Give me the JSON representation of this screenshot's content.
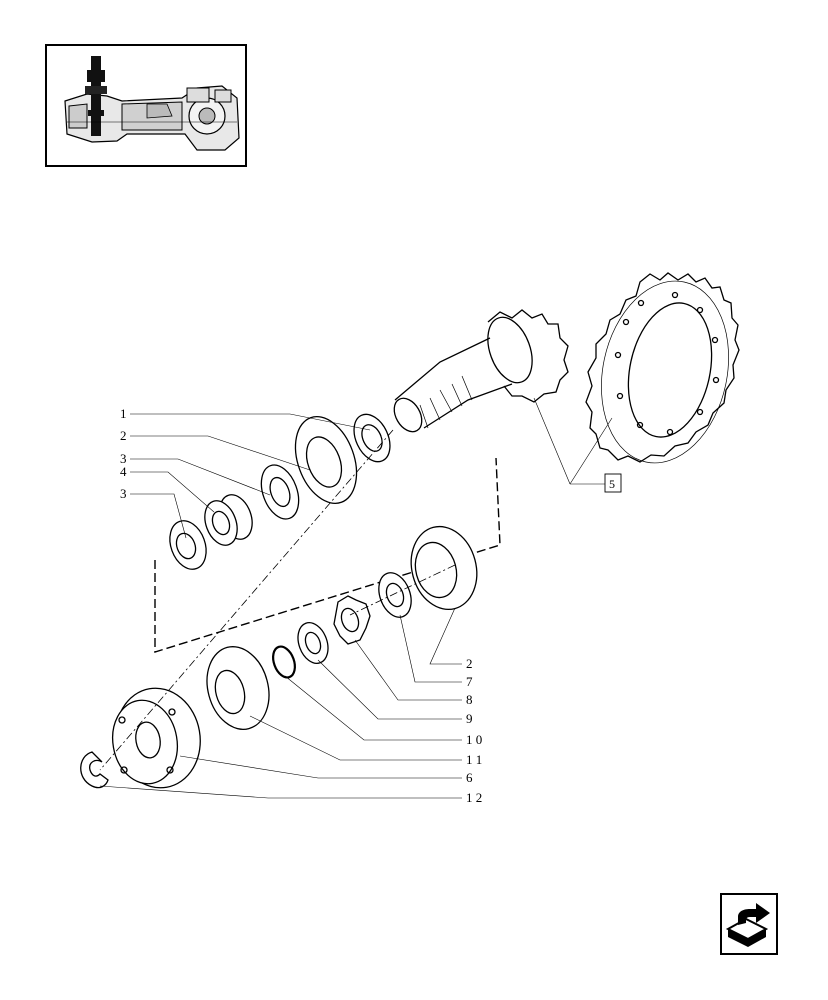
{
  "callouts": {
    "c1": "1",
    "c2": "2",
    "c3a": "3",
    "c4": "4",
    "c3b": "3",
    "c5": "5",
    "c2b": "2",
    "c7": "7",
    "c8": "8",
    "c9": "9",
    "c10": "1 0",
    "c11": "1 1",
    "c6": "6",
    "c12": "1 2"
  },
  "icons": {
    "thumbnail": "axle-assembly-thumbnail",
    "navigation": "next-page-arrow-icon"
  },
  "colors": {
    "line": "#000000",
    "background": "#ffffff"
  }
}
